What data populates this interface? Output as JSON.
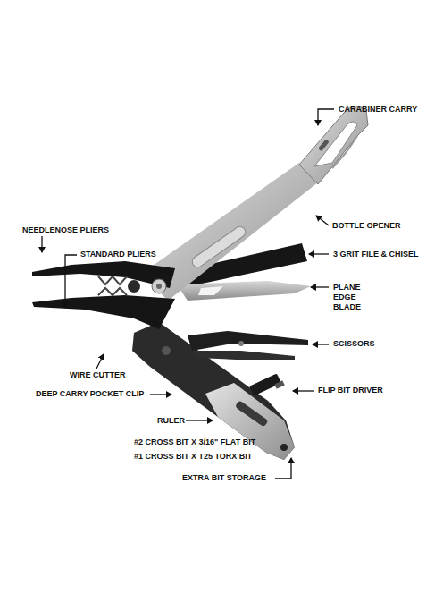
{
  "diagram": {
    "labels": [
      "CARABINER CARRY",
      "BOTTLE OPENER",
      "NEEDLENOSE PLIERS",
      "STANDARD PLIERS",
      "3 GRIT FILE & CHISEL",
      "PLANE EDGE BLADE",
      "SCISSORS",
      "WIRE CUTTER",
      "FLIP BIT DRIVER",
      "DEEP CARRY POCKET CLIP",
      "RULER",
      "#2 CROSS BIT X 3/16\" FLAT BIT",
      "#1 CROSS BIT X T25 TORX BIT",
      "EXTRA BIT STORAGE"
    ]
  }
}
